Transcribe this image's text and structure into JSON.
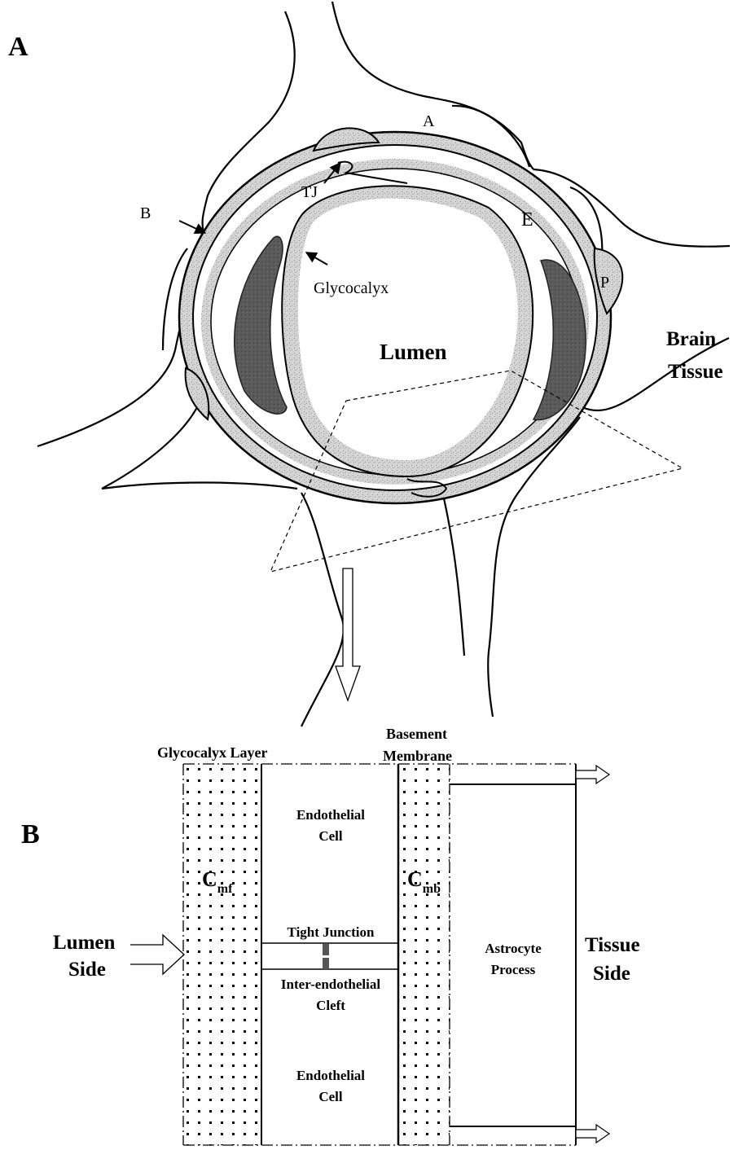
{
  "panel_a": {
    "letter": "A",
    "labels": {
      "astrocyte": "A",
      "tight_junction": "TJ",
      "basement": "B",
      "endothelial": "E",
      "glycocalyx": "Glycocalyx",
      "pericyte": "P",
      "lumen": "Lumen",
      "brain_tissue_line1": "Brain",
      "brain_tissue_line2": "Tissue"
    }
  },
  "panel_b": {
    "letter": "B",
    "labels": {
      "glycocalyx_layer": "Glycocalyx Layer",
      "basement_line1": "Basement",
      "basement_line2": "Membrane",
      "endothelial_top_line1": "Endothelial",
      "endothelial_top_line2": "Cell",
      "c_mf_main": "C",
      "c_mf_sub": "mf",
      "c_mb_main": "C",
      "c_mb_sub": "mb",
      "tight_junction": "Tight Junction",
      "cleft_line1": "Inter-endothelial",
      "cleft_line2": "Cleft",
      "endothelial_bottom_line1": "Endothelial",
      "endothelial_bottom_line2": "Cell",
      "astrocyte_line1": "Astrocyte",
      "astrocyte_line2": "Process",
      "lumen_line1": "Lumen",
      "lumen_line2": "Side",
      "tissue_line1": "Tissue",
      "tissue_line2": "Side"
    }
  },
  "colors": {
    "ink": "#000000",
    "glycocalyx_fill": "#bdbdbd",
    "wall_fill": "#cfcfcf",
    "nucleus_fill": "#5a5a5a"
  }
}
